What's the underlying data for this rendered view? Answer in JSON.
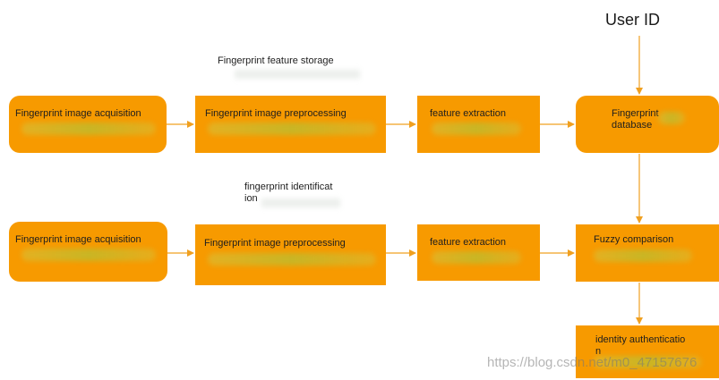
{
  "diagram": {
    "user_id_label": "User ID",
    "storage_title": "Fingerprint feature storage",
    "identification_title": "fingerprint identificat\nion",
    "row1": {
      "acquisition": "Fingerprint image acquisition",
      "preprocessing": "Fingerprint image preprocessing",
      "extraction": "feature extraction",
      "database": "Fingerprint\ndatabase"
    },
    "row2": {
      "acquisition": "Fingerprint image acquisition",
      "preprocessing": "Fingerprint image preprocessing",
      "extraction": "feature extraction",
      "comparison": "Fuzzy comparison"
    },
    "authentication": "identity authenticatio\nn",
    "watermark": "https://blog.csdn.net/m0_47157676",
    "colors": {
      "box": "#f79a00",
      "arrow": "#f0a020",
      "text": "#1e1e1e"
    }
  }
}
